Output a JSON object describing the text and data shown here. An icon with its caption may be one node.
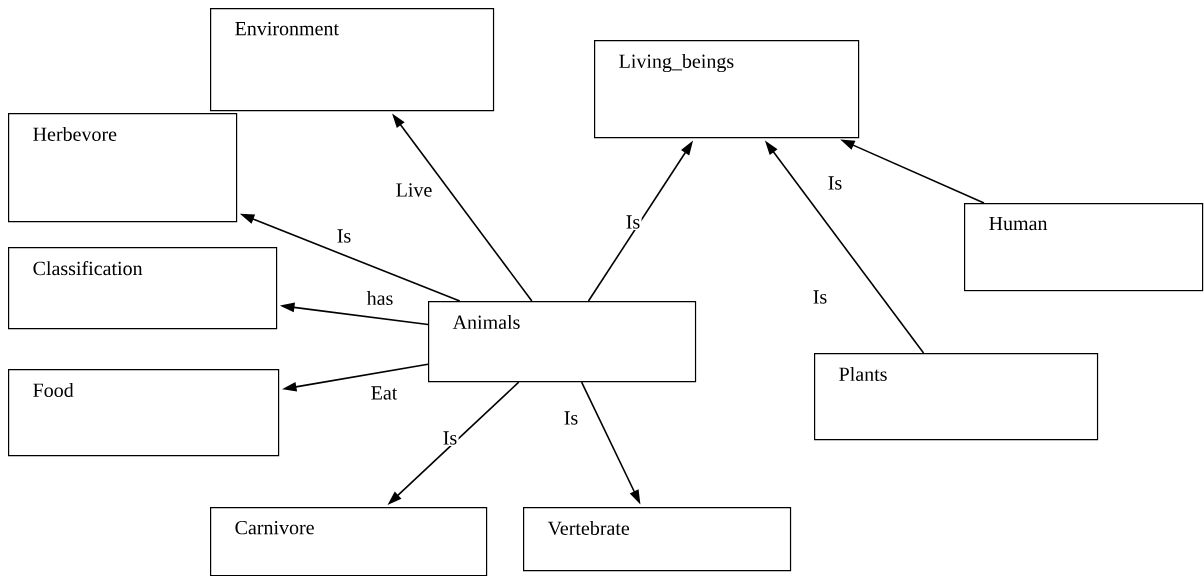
{
  "diagram": {
    "nodes": [
      {
        "text": [
          "Environment"
        ]
      },
      {
        "text": [
          "Living_beings"
        ]
      },
      {
        "text": [
          "Herbevore"
        ]
      },
      {
        "text": [
          "Classification"
        ]
      },
      {
        "text": [
          "Animals"
        ]
      },
      {
        "text": [
          "Human"
        ]
      },
      {
        "text": [
          "Food"
        ]
      },
      {
        "text": [
          "Plants"
        ]
      },
      {
        "text": [
          "Carnivore"
        ]
      },
      {
        "text": [
          "Vertebrate"
        ]
      }
    ],
    "edges": [
      {
        "from": 4,
        "to": 0,
        "arrow": "to",
        "label": "Live"
      },
      {
        "from": 4,
        "to": 2,
        "arrow": "to",
        "label": "Is"
      },
      {
        "from": 4,
        "to": 3,
        "arrow": "to",
        "label": "has"
      },
      {
        "from": 4,
        "to": 6,
        "arrow": "to",
        "label": "Eat"
      },
      {
        "from": 4,
        "to": 8,
        "arrow": "to",
        "label": "Is"
      },
      {
        "from": 4,
        "to": 9,
        "arrow": "to",
        "label": "Is"
      },
      {
        "from": 4,
        "to": 1,
        "arrow": "to",
        "label": "Is"
      },
      {
        "from": 5,
        "to": 1,
        "arrow": "to",
        "label": "Is"
      },
      {
        "from": 7,
        "to": 1,
        "arrow": "to",
        "label": "Is"
      }
    ]
  }
}
